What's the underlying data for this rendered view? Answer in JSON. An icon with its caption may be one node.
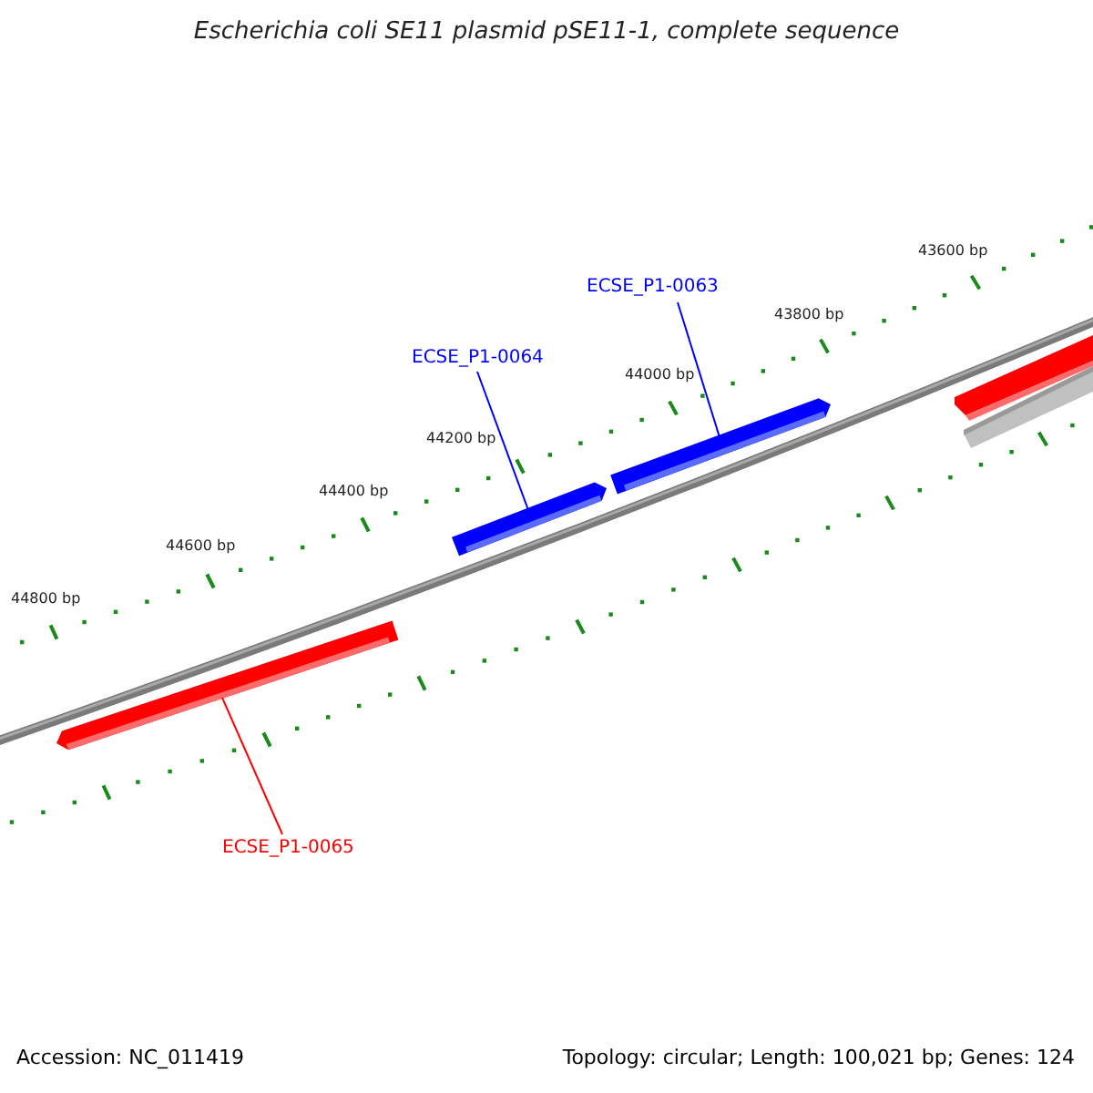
{
  "diagram": {
    "title": "Escherichia coli SE11 plasmid pSE11-1, complete sequence",
    "nodes": [
      {
        "text": [
          "ECSE_P1-0063"
        ]
      },
      {
        "text": [
          "ECSE_P1-0064"
        ]
      },
      {
        "text": [],
        "shape": "bar"
      },
      {
        "text": [],
        "shape": "bar"
      },
      {
        "text": [],
        "shape": "bar"
      },
      {
        "text": [
          "ECSE_P1-0065"
        ]
      }
    ],
    "edges": [
      {
        "from": 0,
        "to": 3,
        "arrow": "none"
      },
      {
        "from": 1,
        "to": 2,
        "arrow": "none"
      },
      {
        "from": 5,
        "to": 4,
        "arrow": "none",
        "color": "#ff0000"
      }
    ],
    "labels": [
      "43600 bp",
      "43800 bp",
      "44000 bp",
      "44200 bp",
      "44400 bp",
      "44600 bp",
      "44800 bp",
      "Accession: NC_011419",
      "Topology: circular; Length: 100,021 bp; Genes: 124"
    ]
  }
}
